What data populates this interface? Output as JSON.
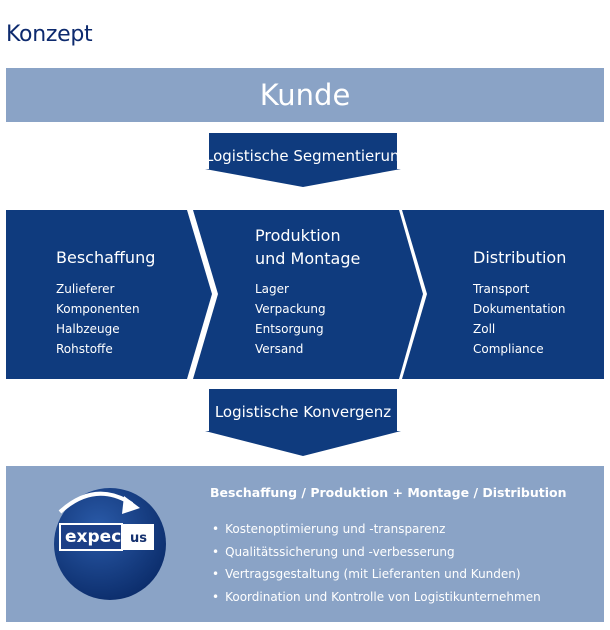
{
  "page": {
    "title": "Konzept"
  },
  "top": {
    "label": "Kunde"
  },
  "segmentation_arrow": {
    "label": "Logistische Segmentierung"
  },
  "columns": [
    {
      "title_lines": [
        "Beschaffung"
      ],
      "items": [
        "Zulieferer",
        "Komponenten",
        "Halbzeuge",
        "Rohstoffe"
      ]
    },
    {
      "title_lines": [
        "Produktion",
        "und Montage"
      ],
      "items": [
        "Lager",
        "Verpackung",
        "Entsorgung",
        "Versand"
      ]
    },
    {
      "title_lines": [
        "Distribution"
      ],
      "items": [
        "Transport",
        "Dokumentation",
        "Zoll",
        "Compliance"
      ]
    }
  ],
  "convergence_arrow": {
    "label": "Logistische Konvergenz"
  },
  "bottom": {
    "heading": "Beschaffung / Produktion + Montage / Distribution",
    "bullets": [
      "Kostenoptimierung und -transparenz",
      "Qualitätssicherung und -verbesserung",
      "Vertragsgestaltung (mit Lieferanten und Kunden)",
      "Koordination und Kontrolle von Logistikunternehmen"
    ]
  },
  "logo": {
    "word_a": "expect",
    "word_b": "us"
  },
  "colors": {
    "navy": "#0f3b7e",
    "light_blue": "#8aa3c6",
    "title": "#0d2a6e"
  }
}
